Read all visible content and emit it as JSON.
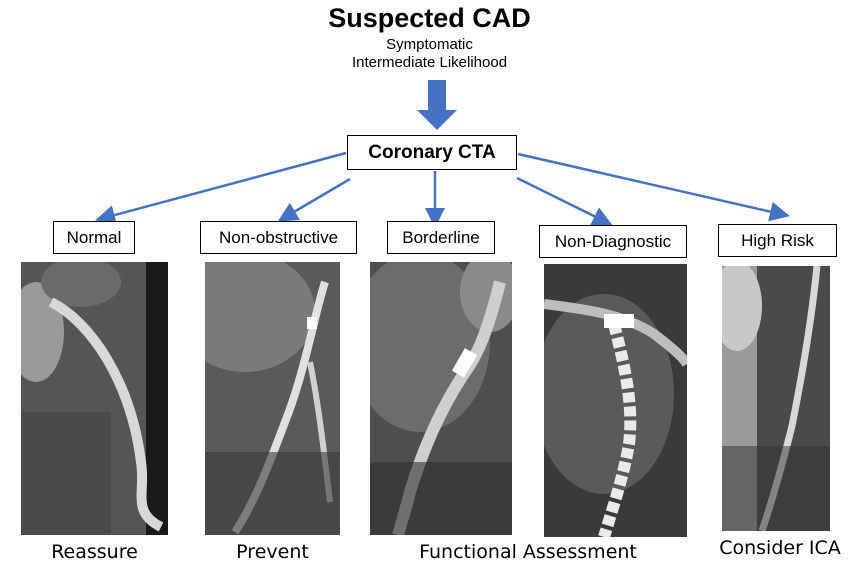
{
  "header": {
    "title": "Suspected CAD",
    "subtitle_line1": "Symptomatic",
    "subtitle_line2": "Intermediate Likelihood"
  },
  "center_box": {
    "label": "Coronary CTA"
  },
  "categories": [
    {
      "label": "Normal"
    },
    {
      "label": "Non-obstructive"
    },
    {
      "label": "Borderline"
    },
    {
      "label": "Non-Diagnostic"
    },
    {
      "label": "High Risk"
    }
  ],
  "outcomes": {
    "reassure": "Reassure",
    "prevent": "Prevent",
    "functional": "Functional Assessment",
    "consider_ica": "Consider ICA"
  },
  "colors": {
    "arrow": "#4472C4"
  }
}
